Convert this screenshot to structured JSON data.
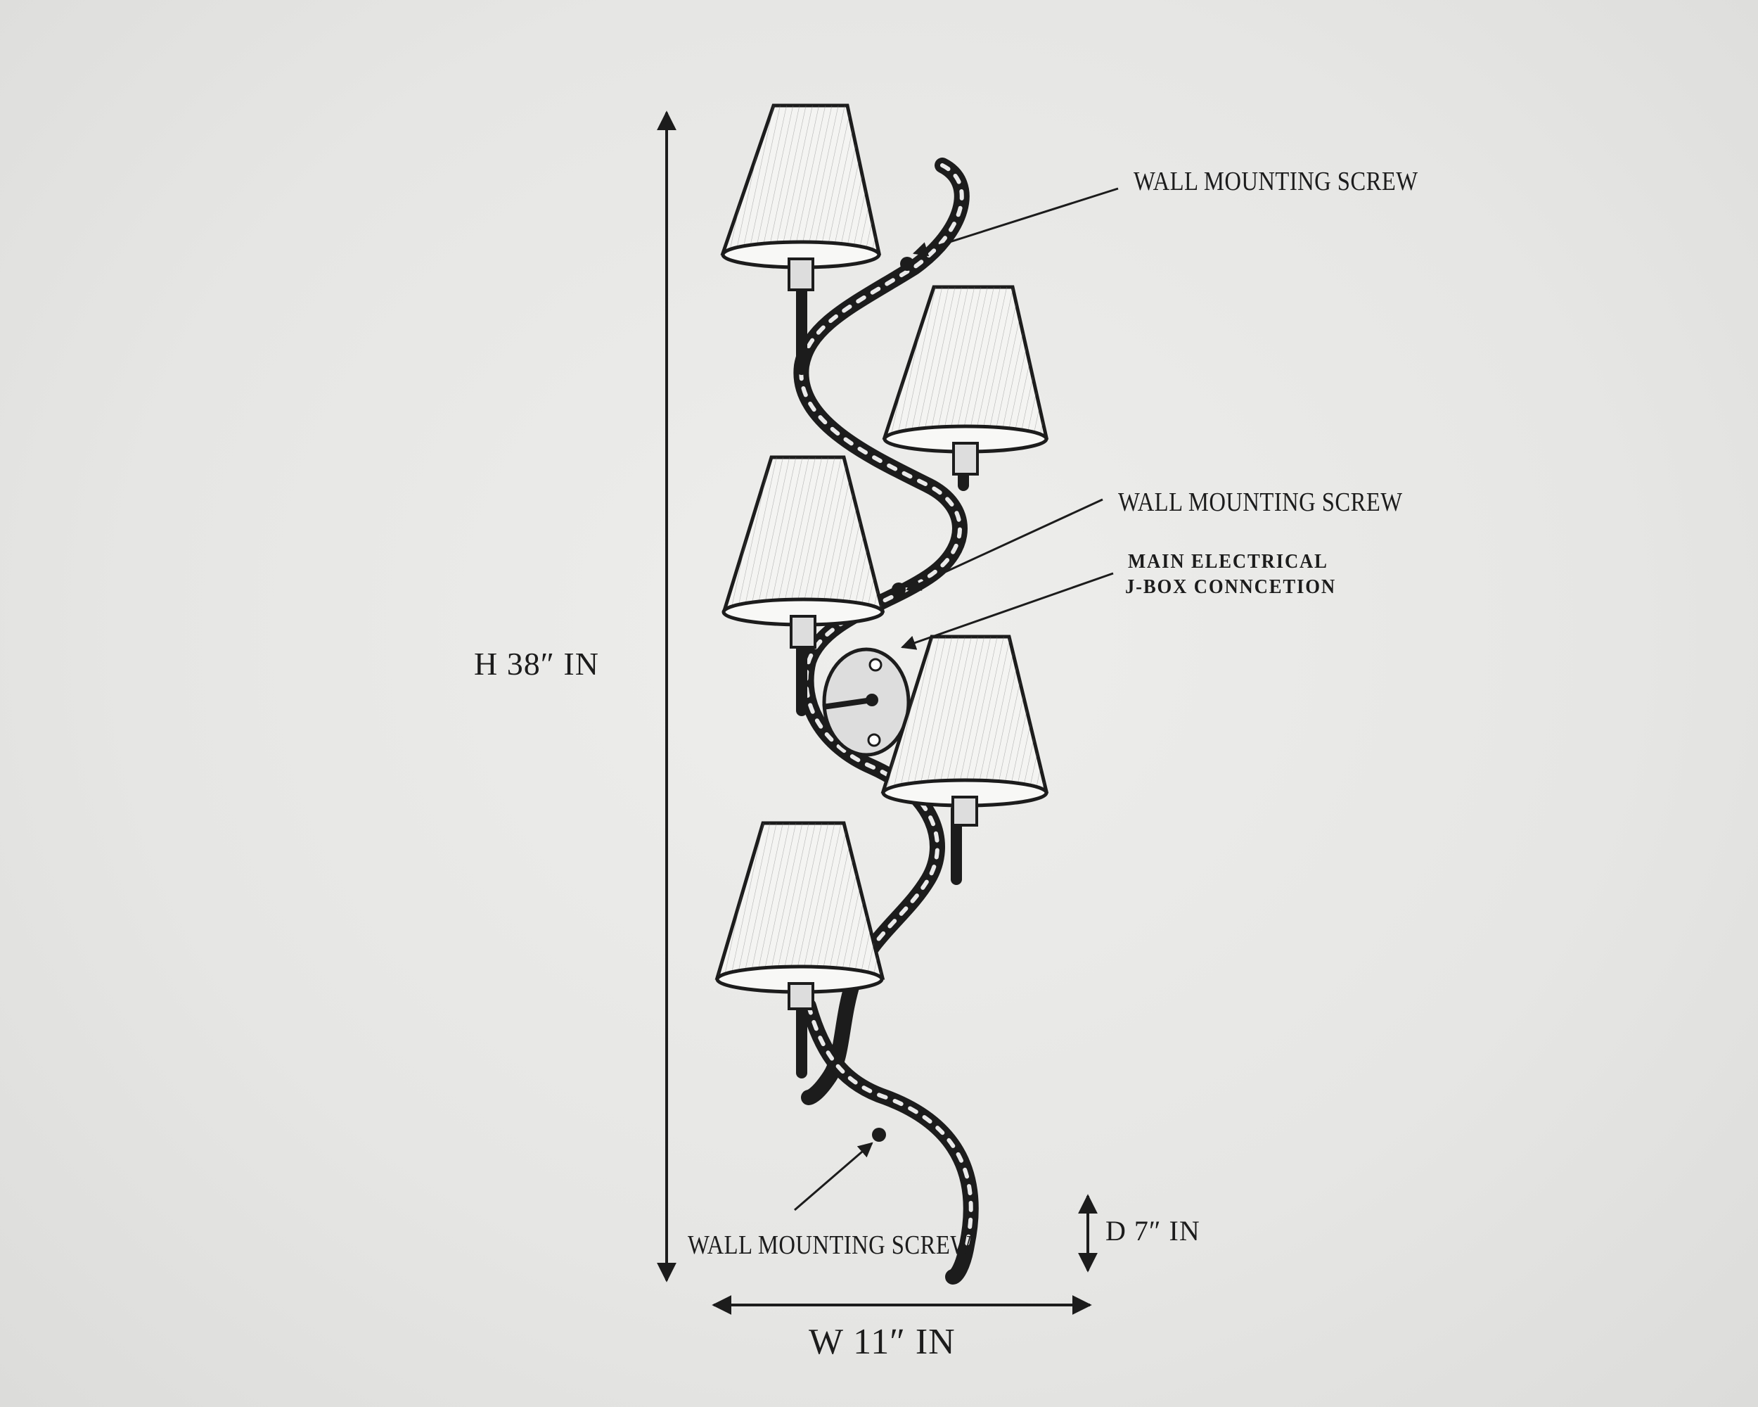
{
  "labels": {
    "screw_top": "WALL MOUNTING SCREW",
    "screw_middle": "WALL MOUNTING SCREW",
    "jbox_line1": "MAIN ELECTRICAL",
    "jbox_line2": "J-BOX CONNCETION",
    "screw_bottom": "WALL MOUNTING SCREW"
  },
  "dimensions": {
    "height": "H 38″ IN",
    "width": "W 11″ IN",
    "depth": "D 7″ IN"
  },
  "colors": {
    "ink": "#1c1c1c",
    "shade_fill": "#f4f4f2",
    "paper": "#e6e6e4"
  }
}
